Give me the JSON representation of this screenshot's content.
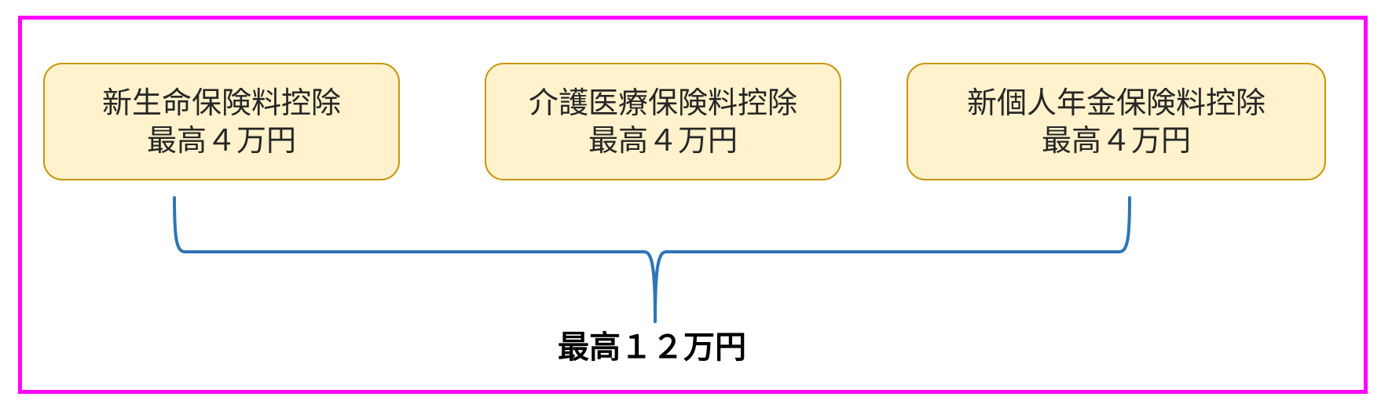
{
  "items": [
    {
      "name": "新生命保険料控除",
      "limit": "最高４万円"
    },
    {
      "name": "介護医療保険料控除",
      "limit": "最高４万円"
    },
    {
      "name": "新個人年金保険料控除",
      "limit": "最高４万円"
    }
  ],
  "total": "最高１２万円",
  "colors": {
    "frame_border": "#ff00ff",
    "box_fill": "#fff2cc",
    "box_border": "#c9960f",
    "brace": "#2e75b6"
  }
}
